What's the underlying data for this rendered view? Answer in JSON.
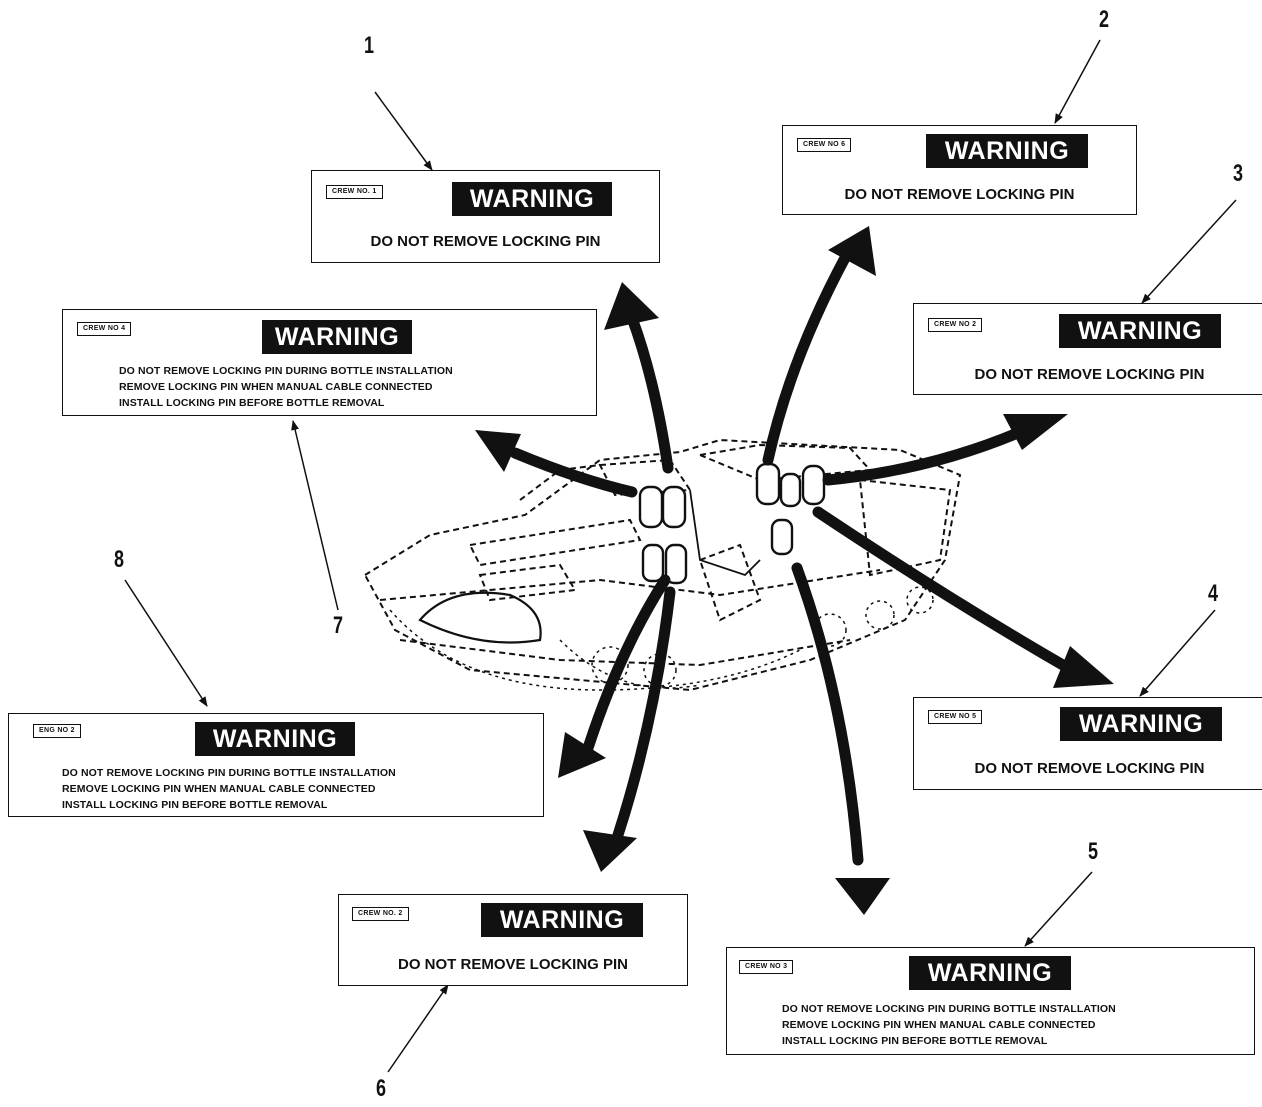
{
  "labels": [
    {
      "callout": "1",
      "crew_tag": "CREW NO. 1",
      "warning": "WARNING",
      "lines": [
        "DO NOT REMOVE LOCKING PIN"
      ]
    },
    {
      "callout": "2",
      "crew_tag": "CREW NO 6",
      "warning": "WARNING",
      "lines": [
        "DO NOT REMOVE LOCKING PIN"
      ]
    },
    {
      "callout": "3",
      "crew_tag": "CREW NO 2",
      "warning": "WARNING",
      "lines": [
        "DO NOT REMOVE LOCKING PIN"
      ]
    },
    {
      "callout": "4",
      "crew_tag": "CREW NO 5",
      "warning": "WARNING",
      "lines": [
        "DO NOT REMOVE LOCKING PIN"
      ]
    },
    {
      "callout": "5",
      "crew_tag": "CREW NO 3",
      "warning": "WARNING",
      "lines": [
        "DO NOT REMOVE LOCKING PIN DURING BOTTLE INSTALLATION",
        "REMOVE LOCKING PIN WHEN MANUAL CABLE CONNECTED",
        "INSTALL LOCKING PIN BEFORE BOTTLE REMOVAL"
      ]
    },
    {
      "callout": "6",
      "crew_tag": "CREW NO. 2",
      "warning": "WARNING",
      "lines": [
        "DO NOT REMOVE LOCKING PIN"
      ]
    },
    {
      "callout": "7",
      "crew_tag": "CREW NO 4",
      "warning": "WARNING",
      "lines": [
        "DO NOT REMOVE LOCKING PIN DURING BOTTLE INSTALLATION",
        "REMOVE LOCKING PIN WHEN MANUAL CABLE CONNECTED",
        "INSTALL LOCKING PIN BEFORE BOTTLE REMOVAL"
      ]
    },
    {
      "callout": "8",
      "crew_tag": "ENG NO 2",
      "warning": "WARNING",
      "lines": [
        "DO NOT REMOVE LOCKING PIN DURING BOTTLE INSTALLATION",
        "REMOVE LOCKING PIN WHEN MANUAL CABLE CONNECTED",
        "INSTALL LOCKING PIN BEFORE BOTTLE REMOVAL"
      ]
    }
  ],
  "colors": {
    "ink": "#111111",
    "paper": "#ffffff"
  }
}
